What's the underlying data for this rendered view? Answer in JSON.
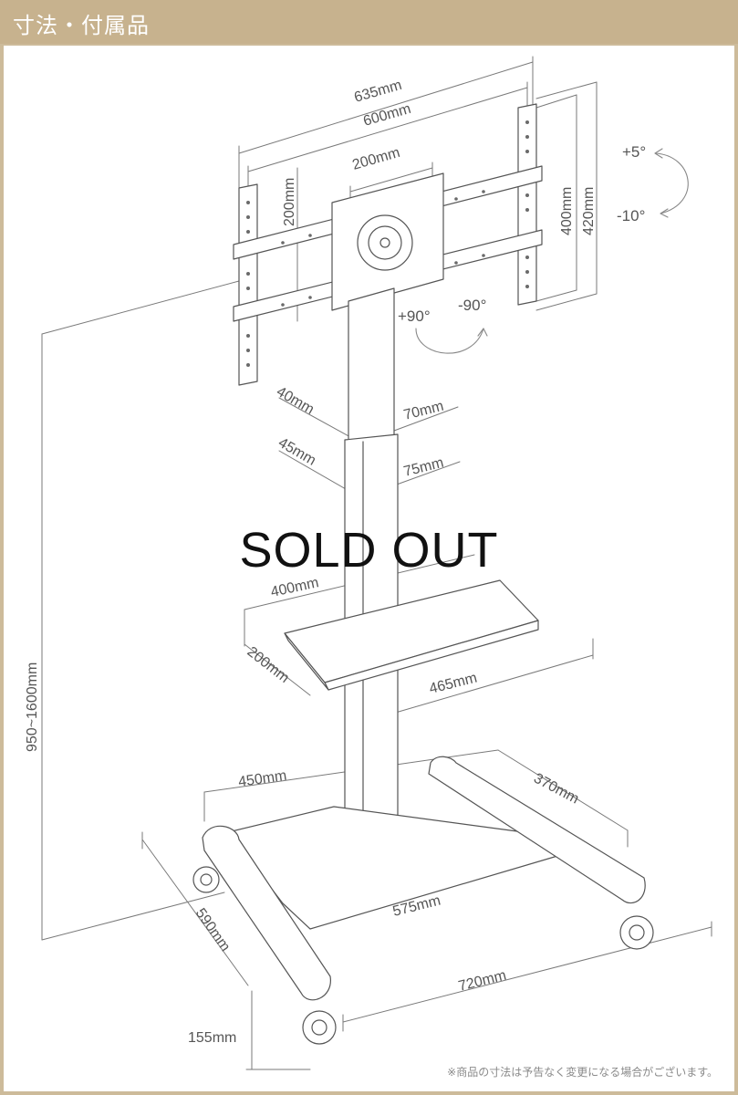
{
  "header": {
    "title": "寸法・付属品",
    "bg_color": "#c7b28e",
    "frame_color": "#cdbb9a"
  },
  "dimensions": {
    "mount_outer_width": "635mm",
    "mount_inner_width": "600mm",
    "plate_width": "200mm",
    "plate_height": "200mm",
    "mount_inner_height": "400mm",
    "mount_outer_height": "420mm",
    "pole_upper_depth": "40mm",
    "pole_upper_width": "70mm",
    "pole_lower_depth": "45mm",
    "pole_lower_width": "75mm",
    "shelf_width": "400mm",
    "shelf_depth": "200mm",
    "shelf_length": "465mm",
    "total_height": "950~1600mm",
    "base_front_width": "450mm",
    "base_side_depth": "370mm",
    "base_side_length": "590mm",
    "base_rear_width": "575mm",
    "base_total_width": "720mm",
    "wheel_height": "155mm"
  },
  "angles": {
    "tilt_up": "+5°",
    "tilt_down": "-10°",
    "swivel_left": "+90°",
    "swivel_right": "-90°"
  },
  "overlay": {
    "status": "SOLD OUT"
  },
  "footer": {
    "note": "※商品の寸法は予告なく変更になる場合がございます。"
  }
}
